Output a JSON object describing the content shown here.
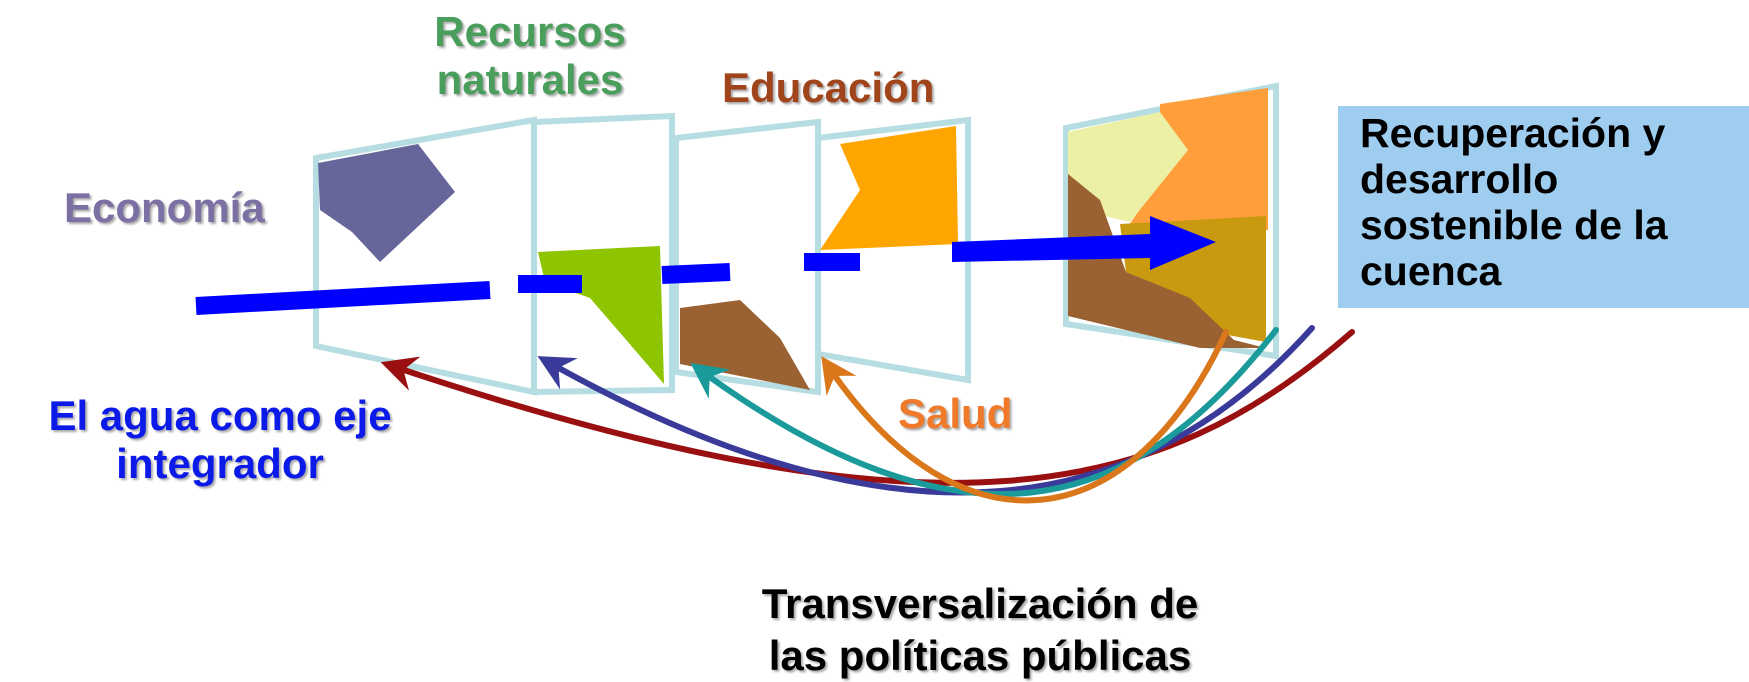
{
  "labels": {
    "recursos_naturales": [
      "Recursos",
      "naturales"
    ],
    "educacion": "Educación",
    "economia": "Economía",
    "salud": "Salud",
    "agua_eje": [
      "El agua como eje",
      "integrador"
    ],
    "transversalizacion": [
      "Transversalización de",
      "las políticas públicas"
    ],
    "resultado": [
      "Recuperación y",
      "desarrollo",
      "sostenible de la",
      "cuenca"
    ]
  },
  "colors": {
    "recursos_naturales": "#4a9e5c",
    "educacion": "#a0441c",
    "economia": "#7b6fa3",
    "salud": "#f07a2a",
    "agua_eje": "#0b1ae8",
    "resultado_box": "#9fcdf0",
    "panel_border": "#b5dde2",
    "axis": "#0000ff",
    "arc_darkred": "#9a1010",
    "arc_navy": "#3a3a9a",
    "arc_teal": "#1a9a9a",
    "arc_orange": "#d9771a"
  }
}
